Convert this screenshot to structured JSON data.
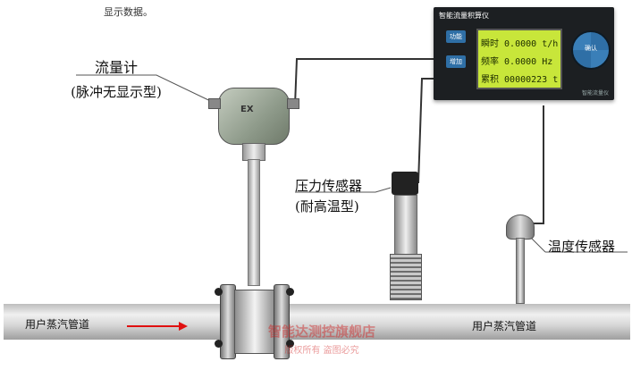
{
  "top_note": "显示数据。",
  "labels": {
    "flowmeter_line1": "流量计",
    "flowmeter_line2": "(脉冲无显示型)",
    "pressure_line1": "压力传感器",
    "pressure_line2": "(耐高温型)",
    "temperature": "温度传感器",
    "pipe_left": "用户蒸汽管道",
    "pipe_right": "用户蒸汽管道"
  },
  "totalizer": {
    "title": "智能流量积算仪",
    "left_buttons": [
      "功能",
      "增加"
    ],
    "rows": [
      {
        "label": "瞬时",
        "value": "0.0000",
        "unit": "t/h"
      },
      {
        "label": "频率",
        "value": "0.0000",
        "unit": "Hz"
      },
      {
        "label": "累积",
        "value": "00000223",
        "unit": "t"
      }
    ],
    "wheel_label": "确认",
    "brand": "智能流量仪"
  },
  "flowmeter_plate": "EX",
  "watermark": {
    "line1": "智能达测控旗舰店",
    "line2": "版权所有 盗图必究"
  },
  "colors": {
    "pipe": "#d6d6d6",
    "lcd": "#c8e63a",
    "device_body": "#1c1f22",
    "flow_arrow": "#e01010",
    "watermark": "#d02020"
  }
}
